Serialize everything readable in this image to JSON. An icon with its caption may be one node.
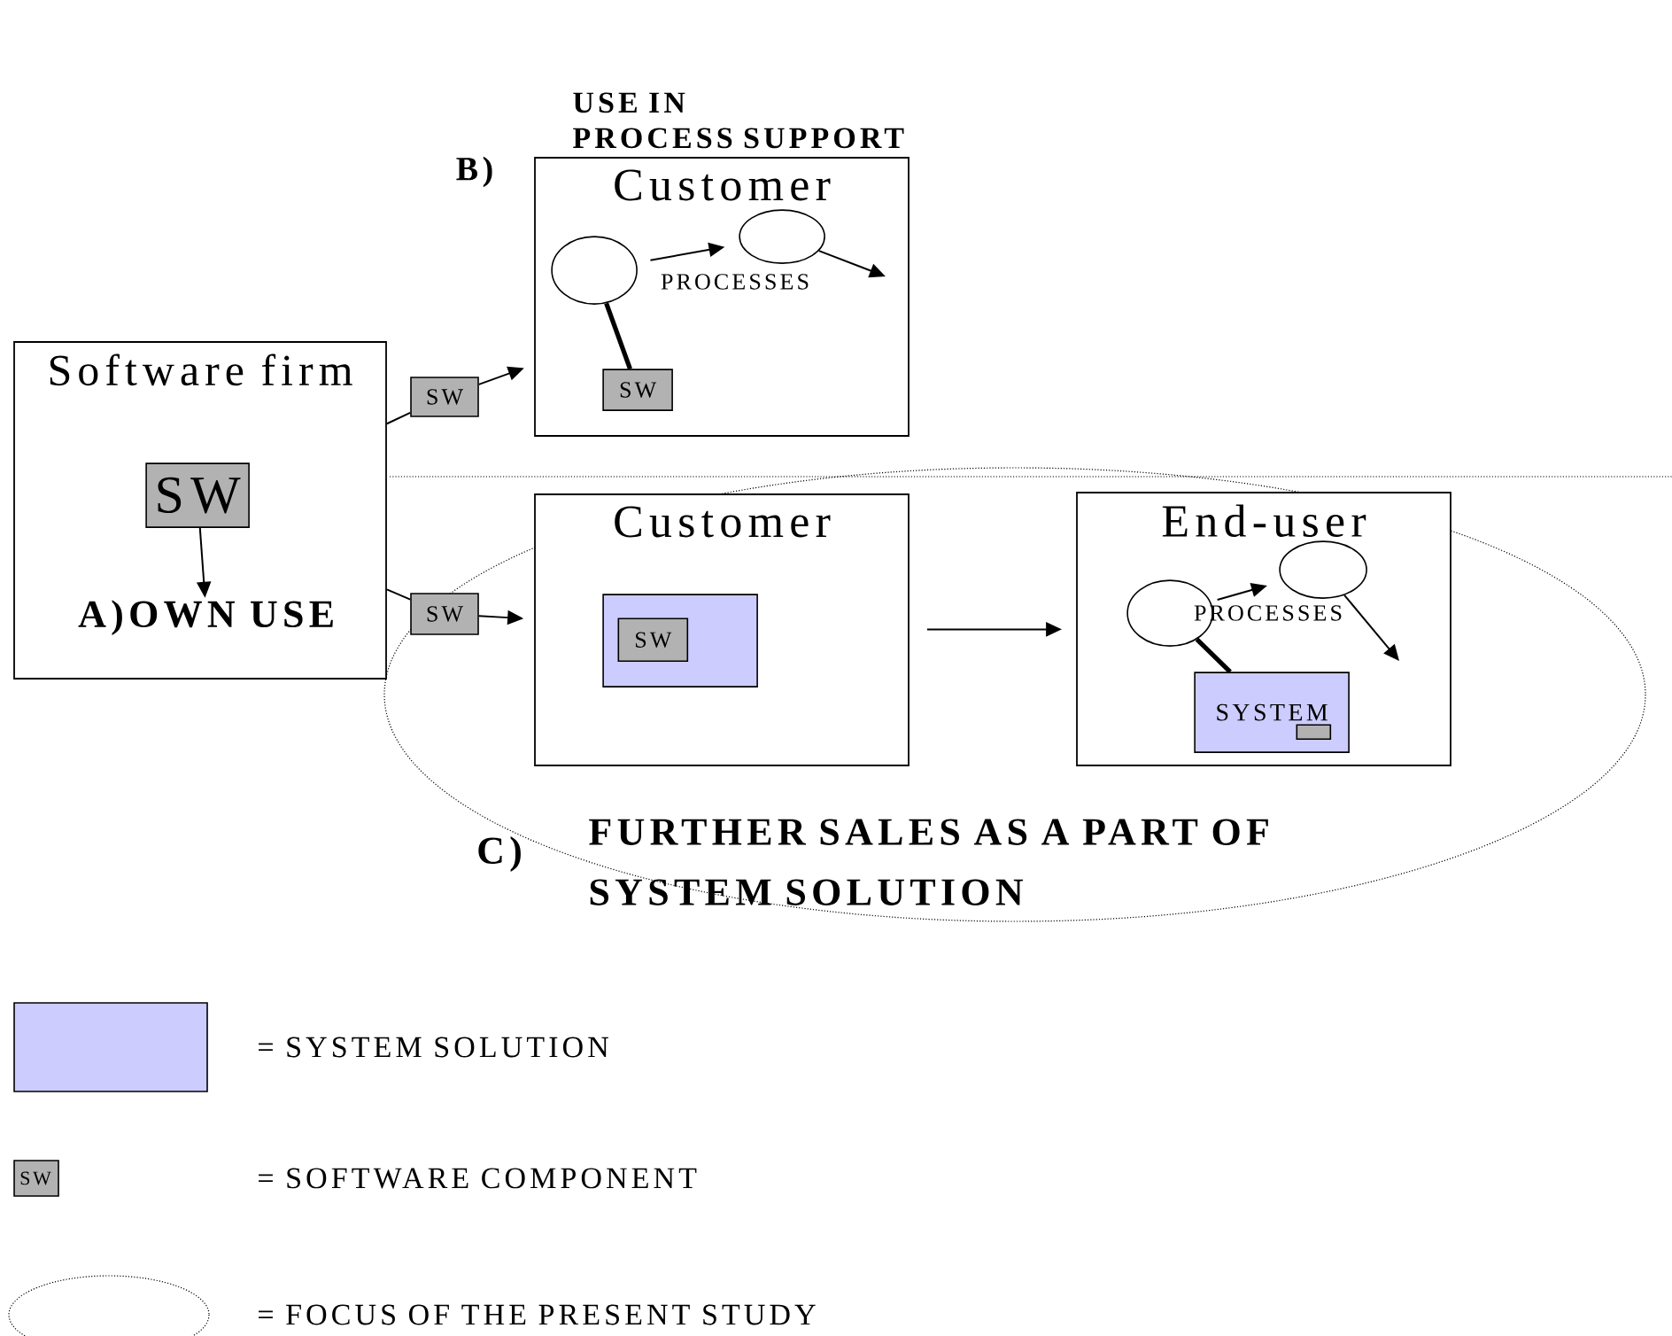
{
  "diagram": {
    "nodes": [
      {
        "text": [
          "Software firm"
        ]
      },
      {
        "text": [
          "SW"
        ],
        "in": 0
      },
      {
        "text": [
          "A)OWN USE"
        ],
        "in": 0
      },
      {
        "text": [
          "SW"
        ]
      },
      {
        "text": [
          "Customer"
        ]
      },
      {
        "text": [],
        "shape": "circle",
        "in": 4
      },
      {
        "text": [],
        "shape": "circle",
        "in": 4
      },
      {
        "text": [
          "SW"
        ],
        "in": 4
      },
      {
        "text": [
          "SW"
        ]
      },
      {
        "text": [
          "Customer"
        ]
      },
      {
        "text": [],
        "shape": "box",
        "in": 9
      },
      {
        "text": [
          "SW"
        ],
        "in": 10
      },
      {
        "text": [
          "End-user"
        ]
      },
      {
        "text": [],
        "shape": "circle",
        "in": 12
      },
      {
        "text": [],
        "shape": "circle",
        "in": 12
      },
      {
        "text": [
          "SYSTEM"
        ],
        "in": 12
      },
      {
        "text": [],
        "shape": "box",
        "in": 15
      }
    ],
    "edges": [
      {
        "from": 1,
        "to": 2,
        "arrow": "to"
      },
      {
        "from": 0,
        "to": 3,
        "arrow": "none"
      },
      {
        "from": 3,
        "to": 4,
        "arrow": "to"
      },
      {
        "from": 0,
        "to": 8,
        "arrow": "none"
      },
      {
        "from": 8,
        "to": 9,
        "arrow": "to"
      },
      {
        "from": 9,
        "to": 12,
        "arrow": "to"
      },
      {
        "from": 5,
        "to": 6,
        "arrow": "to"
      },
      {
        "from": 6,
        "to": null,
        "arrow": "to"
      },
      {
        "from": 5,
        "to": 7,
        "arrow": "none",
        "style": "thick"
      },
      {
        "from": 13,
        "to": 14,
        "arrow": "to"
      },
      {
        "from": 14,
        "to": null,
        "arrow": "to"
      },
      {
        "from": 13,
        "to": 15,
        "arrow": "none",
        "style": "thick"
      }
    ],
    "labels": [
      "B)",
      "USE IN PROCESS SUPPORT",
      "PROCESSES",
      "PROCESSES",
      "C)",
      "FURTHER SALES AS A PART OF SYSTEM SOLUTION",
      "SW"
    ],
    "legend": [
      {
        "text": "= SYSTEM SOLUTION",
        "color": "#ccccff"
      },
      {
        "text": "= SOFTWARE COMPONENT",
        "color": "#b2b2b2"
      },
      {
        "text": "= FOCUS OF THE PRESENT STUDY"
      }
    ]
  }
}
